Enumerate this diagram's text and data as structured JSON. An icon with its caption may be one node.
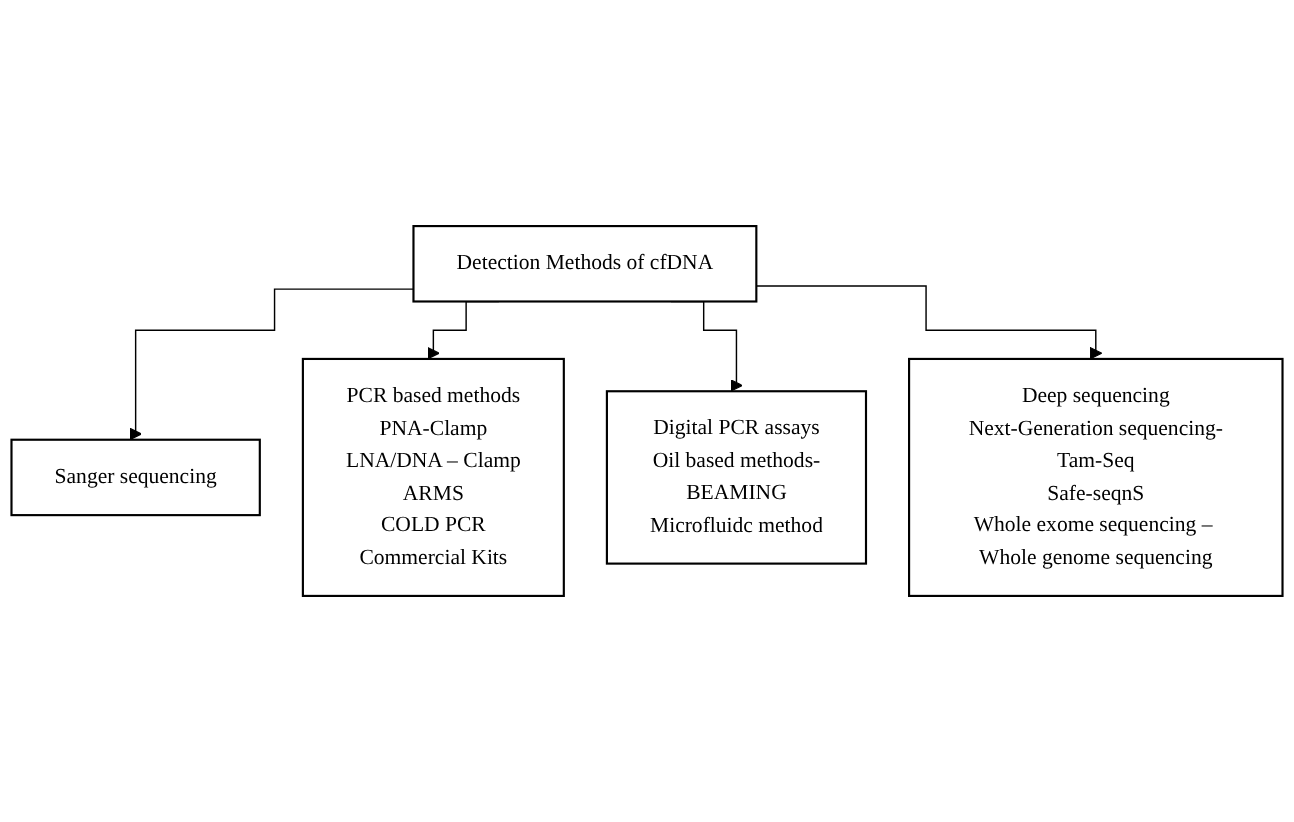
{
  "diagram": {
    "nodes": [
      {
        "text": [
          "Detection Methods of cfDNA"
        ]
      },
      {
        "text": [
          "Sanger sequencing"
        ]
      },
      {
        "text": [
          "PCR based methods",
          "PNA-Clamp",
          "LNA/DNA – Clamp",
          "ARMS",
          "COLD PCR",
          "Commercial Kits"
        ]
      },
      {
        "text": [
          "Digital PCR assays",
          "Oil based methods-",
          "BEAMING",
          "Microfluidc method"
        ]
      },
      {
        "text": [
          "Deep sequencing",
          "Next-Generation sequencing-",
          "Tam-Seq",
          "Safe-seqnS",
          "Whole exome sequencing – Whole genome sequencing"
        ]
      }
    ],
    "edges": [
      {
        "from": 0,
        "to": 1,
        "arrow": "to"
      },
      {
        "from": 0,
        "to": 2,
        "arrow": "to"
      },
      {
        "from": 0,
        "to": 3,
        "arrow": "to"
      },
      {
        "from": 0,
        "to": 4,
        "arrow": "to"
      }
    ]
  }
}
